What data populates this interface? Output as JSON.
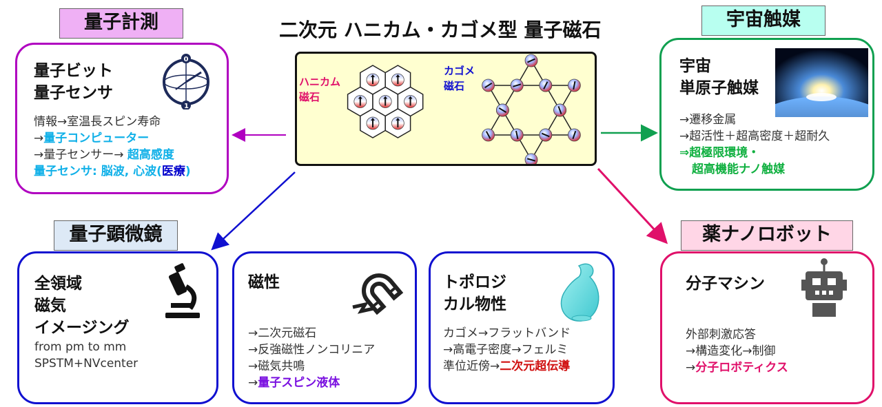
{
  "title": "二次元 ハニカム・カゴメ型 量子磁石",
  "center": {
    "honeycomb_label": [
      "ハニカム",
      "磁石"
    ],
    "kagome_label": [
      "カゴメ",
      "磁石"
    ]
  },
  "colors": {
    "measure": "#b000c0",
    "space": "#10a050",
    "micro": "#1010d0",
    "robot": "#e0106a",
    "cyan": "#10b0e8",
    "purple": "#7a10e0",
    "red": "#d01010",
    "green": "#10b040",
    "navy": "#0000cc",
    "center_bg": "#ffffd0"
  },
  "tags": {
    "measure": "量子計測",
    "space": "宇宙触媒",
    "microscope": "量子顕微鏡",
    "robot": "薬ナノロボット"
  },
  "measure": {
    "heading": [
      "量子ビット",
      "量子センサ"
    ],
    "l1": "情報→室温長スピン寿命",
    "l2a": "→",
    "l2b": "量子コンピューター",
    "l3a": "→量子センサー→ ",
    "l3b": "超高感度",
    "l4a": "量子センサ: 脳波, 心波(",
    "l4b": "医療",
    "l4c": ")",
    "icon": "bloch-sphere-icon"
  },
  "space": {
    "heading": [
      "宇宙",
      "単原子触媒"
    ],
    "l1": "→遷移金属",
    "l2": "→超活性＋超高密度＋超耐久",
    "l3": "⇒超極限環境・",
    "l4": "超高機能ナノ触媒",
    "image": "earth-sunrise-image"
  },
  "microscope": {
    "heading": [
      "全領域",
      "磁気",
      "イメージング"
    ],
    "l1": "from pm to mm",
    "l2": "SPSTM+NVcenter",
    "icon": "microscope-icon"
  },
  "magnetism": {
    "heading": "磁性",
    "l1": "→二次元磁石",
    "l2": "→反強磁性ノンコリニア",
    "l3": "→磁気共鳴",
    "l4a": "→",
    "l4b": "量子スピン液体",
    "icon": "magnet-icon"
  },
  "topology": {
    "heading": [
      "トポロジ",
      "カル物性"
    ],
    "l1": "カゴメ→フラットバンド",
    "l2": "→高電子密度→フェルミ",
    "l3a": "準位近傍→",
    "l3b": "二次元超伝導",
    "icon": "klein-bottle-icon"
  },
  "robot": {
    "heading": "分子マシン",
    "l1": "外部刺激応答",
    "l2": "→構造変化→制御",
    "l3a": "→",
    "l3b": "分子ロボティクス",
    "icon": "robot-icon"
  }
}
